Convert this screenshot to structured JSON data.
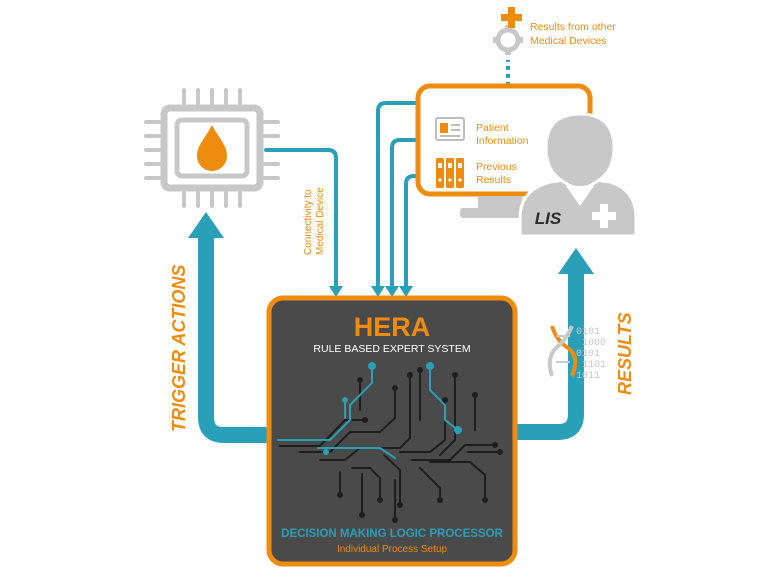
{
  "colors": {
    "teal": "#2a9fb8",
    "orange": "#ee8c10",
    "gray": "#c8c8c8",
    "dark_panel": "#4a4a4a",
    "white": "#ffffff"
  },
  "labels": {
    "results_other_line1": "Results from other",
    "results_other_line2": "Medical Devices",
    "patient_info_line1": "Patient",
    "patient_info_line2": "Information",
    "previous_results_line1": "Previous",
    "previous_results_line2": "Results",
    "lis": "LIS",
    "connectivity_line1": "Connectivity to",
    "connectivity_line2": "Medical Device",
    "trigger_actions": "TRIGGER ACTIONS",
    "results": "RESULTS",
    "hera_title": "HERA",
    "hera_subtitle": "RULE BASED EXPERT SYSTEM",
    "decision_title": "DECISION MAKING LOGIC PROCESSOR",
    "decision_subtitle": "Individual Process Setup",
    "binary": [
      "0101",
      "1000",
      "0101",
      "1101",
      "1011"
    ]
  },
  "icons": [
    "gear-plus-icon",
    "chip-droplet-icon",
    "patient-card-icon",
    "binders-icon",
    "doctor-icon",
    "dna-icon",
    "circuit-icon"
  ]
}
